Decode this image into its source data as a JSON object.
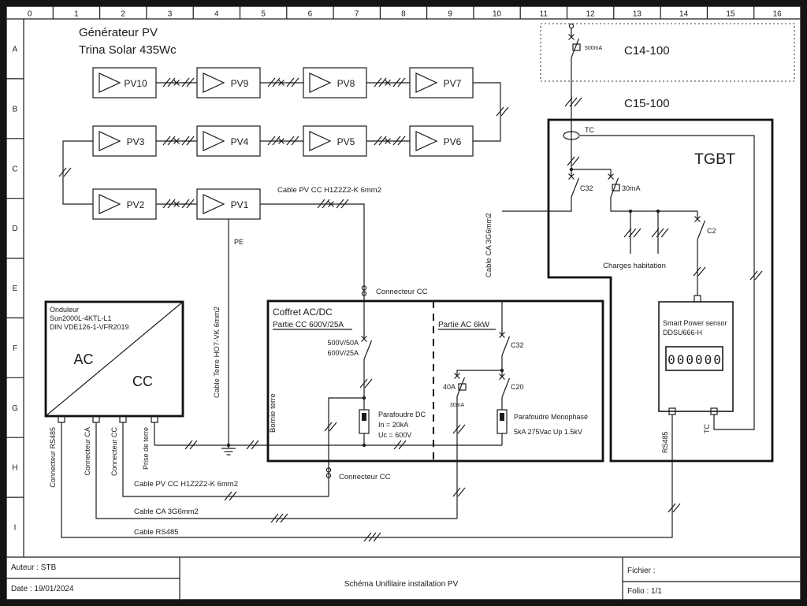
{
  "colors": {
    "ink": "#1b1b1b",
    "sheet": "#ffffff",
    "margin": "#141414"
  },
  "frame": {
    "columns": [
      "0",
      "1",
      "2",
      "3",
      "4",
      "5",
      "6",
      "7",
      "8",
      "9",
      "10",
      "11",
      "12",
      "13",
      "14",
      "15",
      "16"
    ],
    "rows": [
      "A",
      "B",
      "C",
      "D",
      "E",
      "F",
      "G",
      "H",
      "I"
    ]
  },
  "titleblock": {
    "author": "Auteur : STB",
    "date": "Date : 19/01/2024",
    "title": "Schéma Unifilaire installation PV",
    "file": "Fichier :",
    "folio": "Folio : 1/1"
  },
  "generator": {
    "title1": "Générateur PV",
    "title2": "Trina Solar 435Wc",
    "panels_row1": [
      "PV10",
      "PV9",
      "PV8",
      "PV7"
    ],
    "panels_row2": [
      "PV3",
      "PV4",
      "PV5",
      "PV6"
    ],
    "panels_row3": [
      "PV2",
      "PV1"
    ]
  },
  "cables": {
    "pv_cc_top": "Cable PV CC H1Z2Z2-K 6mm2",
    "pv_cc_bottom": "Cable PV CC H1Z2Z2-K 6mm2",
    "terre": "Cable Terre HO7-VK 6mm2",
    "ca_vertical": "Cable CA 3G6mm2",
    "ca_bottom": "Cable CA 3G6mm2",
    "rs485": "Cable RS485",
    "pe": "PE",
    "connecteur_cc_top": "Connecteur CC",
    "connecteur_cc_bottom": "Connecteur CC"
  },
  "onduleur": {
    "name": "Onduleur",
    "model": "Sun2000L-4KTL-L1",
    "norm": "DIN VDE126-1-VFR2019",
    "ac": "AC",
    "cc": "CC",
    "pin_rs485": "Connecteur RS485",
    "pin_ca": "Connecteur CA",
    "pin_cc": "Connecteur CC",
    "pin_terre": "Prise de terre"
  },
  "coffret": {
    "title": "Coffret AC/DC",
    "partie_cc": "Partie CC 600V/25A",
    "partie_ac": "Partie AC 6kW",
    "breaker_dc_line1": "500V/50A",
    "breaker_dc_line2": "600V/25A",
    "bornie_terre": "Bornie terre",
    "spd_dc_line1": "Parafoudre DC",
    "spd_dc_line2": "In = 20kA",
    "spd_dc_line3": "Uc = 600V",
    "c32": "C32",
    "rcd": "40A",
    "rcd_sens": "30mA",
    "c20": "C20",
    "spd_ac_line1": "Parafoudre Monophasé",
    "spd_ac_line2": "5kA 275Vac Up 1.5kV"
  },
  "tgbt": {
    "title": "TGBT",
    "zone_c14": "C14-100",
    "zone_c15": "C15-100",
    "rcd_main": "500mA",
    "tc": "TC",
    "c32": "C32",
    "rcd_30": "30mA",
    "c2": "C2",
    "charges": "Charges habitation"
  },
  "sensor": {
    "name": "Smart Power sensor",
    "model": "DDSU666-H",
    "display": "000000",
    "pin_rs485": "RS485",
    "pin_tc": "TC"
  }
}
